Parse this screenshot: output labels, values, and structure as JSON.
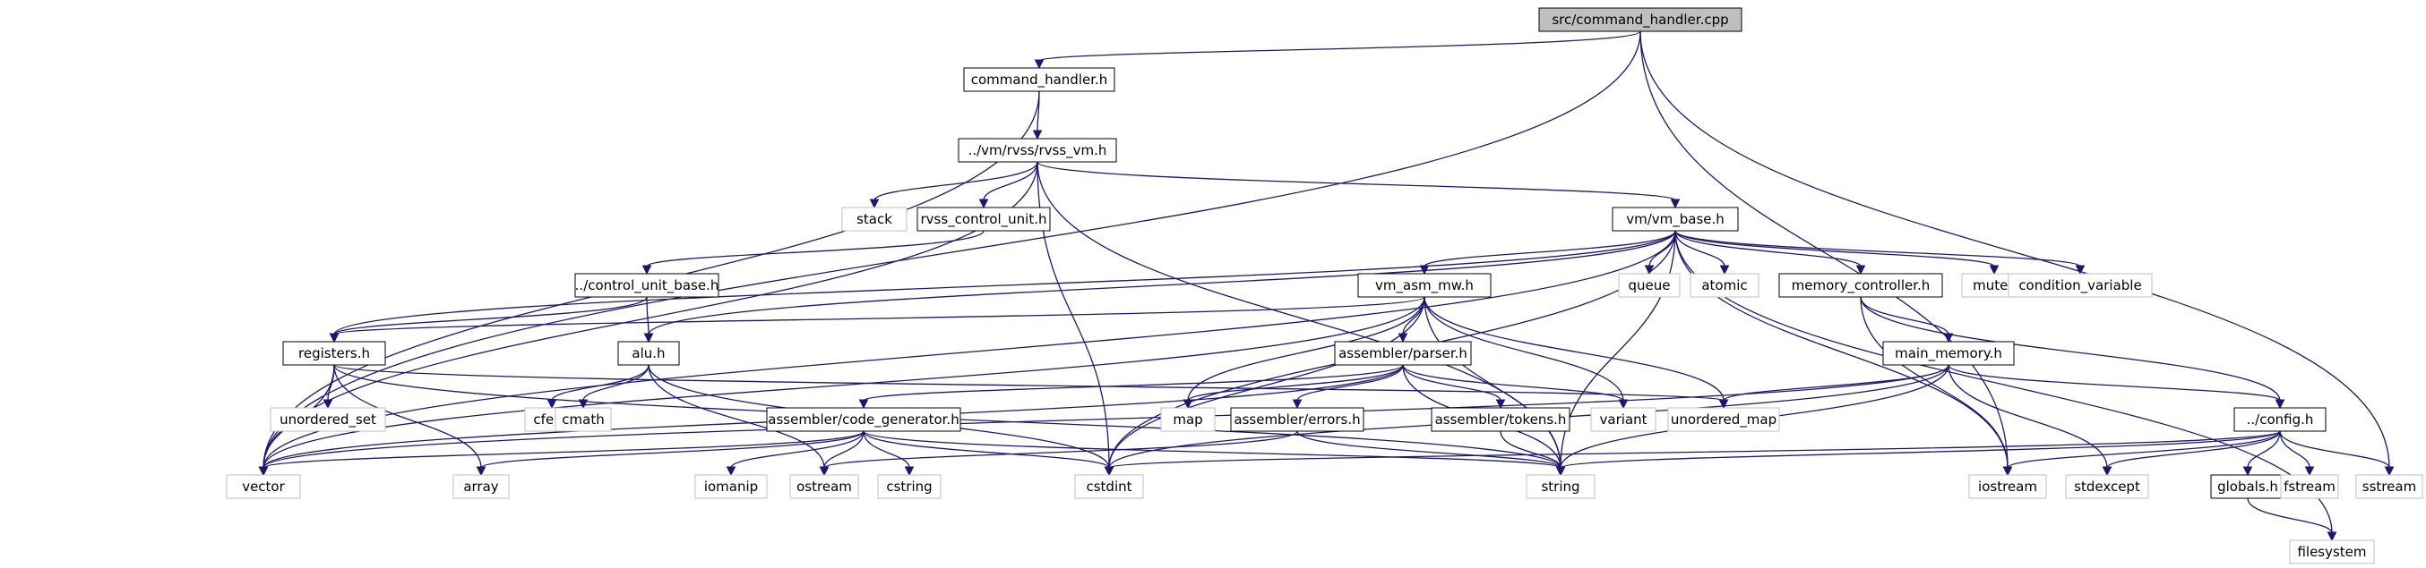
{
  "colors": {
    "edge": "#191970",
    "root_fill": "#bfbfbf",
    "root_border": "#000000",
    "internal_border": "#000000",
    "external_border": "#bfbfbf",
    "node_fill": "#ffffff"
  },
  "nodes": [
    {
      "id": "root",
      "label": "src/command_handler.cpp",
      "kind": "root"
    },
    {
      "id": "ch",
      "label": "command_handler.h",
      "kind": "internal"
    },
    {
      "id": "rvss",
      "label": "../vm/rvss/rvss_vm.h",
      "kind": "internal"
    },
    {
      "id": "stack",
      "label": "stack",
      "kind": "external"
    },
    {
      "id": "rcu",
      "label": "rvss_control_unit.h",
      "kind": "internal"
    },
    {
      "id": "vmbase",
      "label": "vm/vm_base.h",
      "kind": "internal"
    },
    {
      "id": "cub",
      "label": "../control_unit_base.h",
      "kind": "internal"
    },
    {
      "id": "vmasm",
      "label": "vm_asm_mw.h",
      "kind": "internal"
    },
    {
      "id": "queue",
      "label": "queue",
      "kind": "external"
    },
    {
      "id": "atomic",
      "label": "atomic",
      "kind": "external"
    },
    {
      "id": "memctl",
      "label": "memory_controller.h",
      "kind": "internal"
    },
    {
      "id": "mutex",
      "label": "mutex",
      "kind": "external"
    },
    {
      "id": "condvar",
      "label": "condition_variable",
      "kind": "external"
    },
    {
      "id": "regs",
      "label": "registers.h",
      "kind": "internal"
    },
    {
      "id": "alu",
      "label": "alu.h",
      "kind": "internal"
    },
    {
      "id": "parser",
      "label": "assembler/parser.h",
      "kind": "internal"
    },
    {
      "id": "mainmem",
      "label": "main_memory.h",
      "kind": "internal"
    },
    {
      "id": "uset",
      "label": "unordered_set",
      "kind": "external"
    },
    {
      "id": "cfenv",
      "label": "cfenv",
      "kind": "external"
    },
    {
      "id": "cmath",
      "label": "cmath",
      "kind": "external"
    },
    {
      "id": "map",
      "label": "map",
      "kind": "external"
    },
    {
      "id": "variant",
      "label": "variant",
      "kind": "external"
    },
    {
      "id": "umap",
      "label": "unordered_map",
      "kind": "external"
    },
    {
      "id": "codegen",
      "label": "assembler/code_generator.h",
      "kind": "internal"
    },
    {
      "id": "errors",
      "label": "assembler/errors.h",
      "kind": "internal"
    },
    {
      "id": "tokens",
      "label": "assembler/tokens.h",
      "kind": "internal"
    },
    {
      "id": "config",
      "label": "../config.h",
      "kind": "internal"
    },
    {
      "id": "vector",
      "label": "vector",
      "kind": "external"
    },
    {
      "id": "array",
      "label": "array",
      "kind": "external"
    },
    {
      "id": "iomanip",
      "label": "iomanip",
      "kind": "external"
    },
    {
      "id": "ostream",
      "label": "ostream",
      "kind": "external"
    },
    {
      "id": "cstring",
      "label": "cstring",
      "kind": "external"
    },
    {
      "id": "cstdint",
      "label": "cstdint",
      "kind": "external"
    },
    {
      "id": "string",
      "label": "string",
      "kind": "external"
    },
    {
      "id": "iostream",
      "label": "iostream",
      "kind": "external"
    },
    {
      "id": "stdexcept",
      "label": "stdexcept",
      "kind": "external"
    },
    {
      "id": "globals",
      "label": "globals.h",
      "kind": "internal"
    },
    {
      "id": "fstream",
      "label": "fstream",
      "kind": "external"
    },
    {
      "id": "sstream",
      "label": "sstream",
      "kind": "external"
    },
    {
      "id": "filesystem",
      "label": "filesystem",
      "kind": "external"
    }
  ],
  "edges": [
    [
      "root",
      "ch"
    ],
    [
      "root",
      "vector"
    ],
    [
      "root",
      "iostream"
    ],
    [
      "root",
      "sstream"
    ],
    [
      "ch",
      "rvss"
    ],
    [
      "ch",
      "vector"
    ],
    [
      "rvss",
      "stack"
    ],
    [
      "rvss",
      "rcu"
    ],
    [
      "rvss",
      "vmbase"
    ],
    [
      "rvss",
      "vector"
    ],
    [
      "rvss",
      "cstdint"
    ],
    [
      "rvss",
      "string"
    ],
    [
      "rcu",
      "cub"
    ],
    [
      "vmbase",
      "vmasm"
    ],
    [
      "vmbase",
      "queue"
    ],
    [
      "vmbase",
      "atomic"
    ],
    [
      "vmbase",
      "memctl"
    ],
    [
      "vmbase",
      "mutex"
    ],
    [
      "vmbase",
      "condvar"
    ],
    [
      "vmbase",
      "regs"
    ],
    [
      "vmbase",
      "alu"
    ],
    [
      "vmbase",
      "vector"
    ],
    [
      "vmbase",
      "cstdint"
    ],
    [
      "vmbase",
      "string"
    ],
    [
      "vmbase",
      "iostream"
    ],
    [
      "vmbase",
      "filesystem"
    ],
    [
      "cub",
      "regs"
    ],
    [
      "cub",
      "alu"
    ],
    [
      "vmasm",
      "regs"
    ],
    [
      "vmasm",
      "parser"
    ],
    [
      "vmasm",
      "map"
    ],
    [
      "vmasm",
      "variant"
    ],
    [
      "vmasm",
      "umap"
    ],
    [
      "vmasm",
      "vector"
    ],
    [
      "vmasm",
      "cstdint"
    ],
    [
      "vmasm",
      "string"
    ],
    [
      "memctl",
      "mainmem"
    ],
    [
      "memctl",
      "config"
    ],
    [
      "memctl",
      "iostream"
    ],
    [
      "regs",
      "uset"
    ],
    [
      "regs",
      "array"
    ],
    [
      "regs",
      "vector"
    ],
    [
      "regs",
      "umap"
    ],
    [
      "regs",
      "string"
    ],
    [
      "alu",
      "cfenv"
    ],
    [
      "alu",
      "cmath"
    ],
    [
      "alu",
      "cstdint"
    ],
    [
      "alu",
      "ostream"
    ],
    [
      "parser",
      "codegen"
    ],
    [
      "parser",
      "errors"
    ],
    [
      "parser",
      "tokens"
    ],
    [
      "parser",
      "map"
    ],
    [
      "parser",
      "variant"
    ],
    [
      "parser",
      "vector"
    ],
    [
      "parser",
      "string"
    ],
    [
      "mainmem",
      "umap"
    ],
    [
      "mainmem",
      "config"
    ],
    [
      "mainmem",
      "cstdint"
    ],
    [
      "mainmem",
      "string"
    ],
    [
      "mainmem",
      "stdexcept"
    ],
    [
      "mainmem",
      "vector"
    ],
    [
      "codegen",
      "vector"
    ],
    [
      "codegen",
      "array"
    ],
    [
      "codegen",
      "iomanip"
    ],
    [
      "codegen",
      "ostream"
    ],
    [
      "codegen",
      "cstring"
    ],
    [
      "codegen",
      "cstdint"
    ],
    [
      "codegen",
      "string"
    ],
    [
      "errors",
      "ostream"
    ],
    [
      "errors",
      "string"
    ],
    [
      "tokens",
      "string"
    ],
    [
      "config",
      "cstdint"
    ],
    [
      "config",
      "string"
    ],
    [
      "config",
      "iostream"
    ],
    [
      "config",
      "stdexcept"
    ],
    [
      "config",
      "globals"
    ],
    [
      "config",
      "fstream"
    ],
    [
      "config",
      "sstream"
    ],
    [
      "globals",
      "filesystem"
    ]
  ]
}
